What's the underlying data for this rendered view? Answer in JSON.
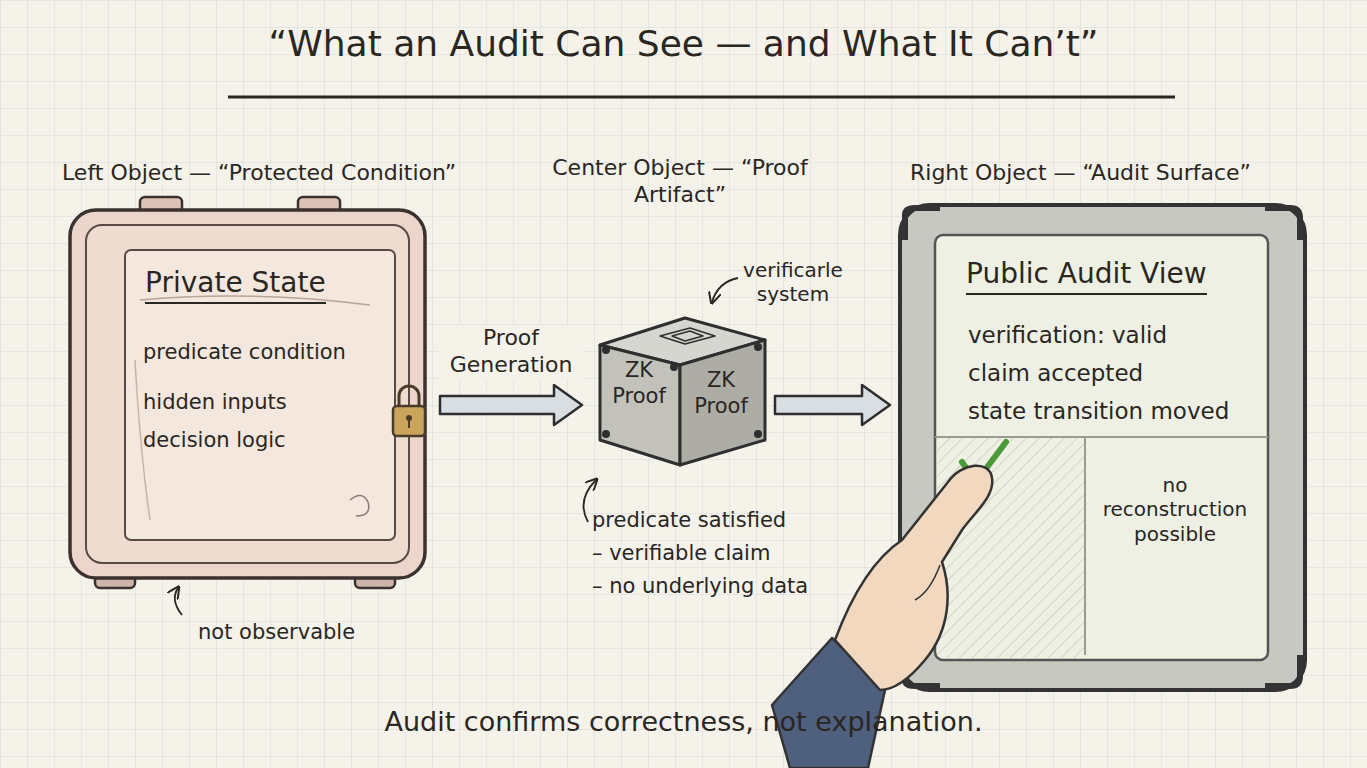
{
  "diagram": {
    "title": "“What an Audit Can See — and What It Can’t”",
    "caption": "Audit confirms correctness, not explanation.",
    "nodes": [
      {
        "text": [
          "Left Object — “Protected Condition”"
        ]
      },
      {
        "text": [
          "Private State",
          "predicate condition",
          "hidden inputs",
          "decision logic"
        ],
        "in": 0
      },
      {
        "text": [
          "Center Object — “Proof Artifact”",
          "ZK Proof",
          "ZK Proof"
        ]
      },
      {
        "text": [
          "Right Object — “Audit Surface”",
          "Public Audit View",
          "verification: valid",
          "claim accepted",
          "state transition moved",
          "no reconstruction possible"
        ]
      }
    ],
    "edges": [
      {
        "from": 0,
        "to": 2,
        "label": "Proof Generation",
        "arrow": "to"
      },
      {
        "from": 2,
        "to": 3,
        "arrow": "to"
      }
    ],
    "labels": [
      "not observable",
      "verificarle system",
      "predicate satisfied",
      "– verifiable claim",
      "– no underlying data"
    ]
  }
}
